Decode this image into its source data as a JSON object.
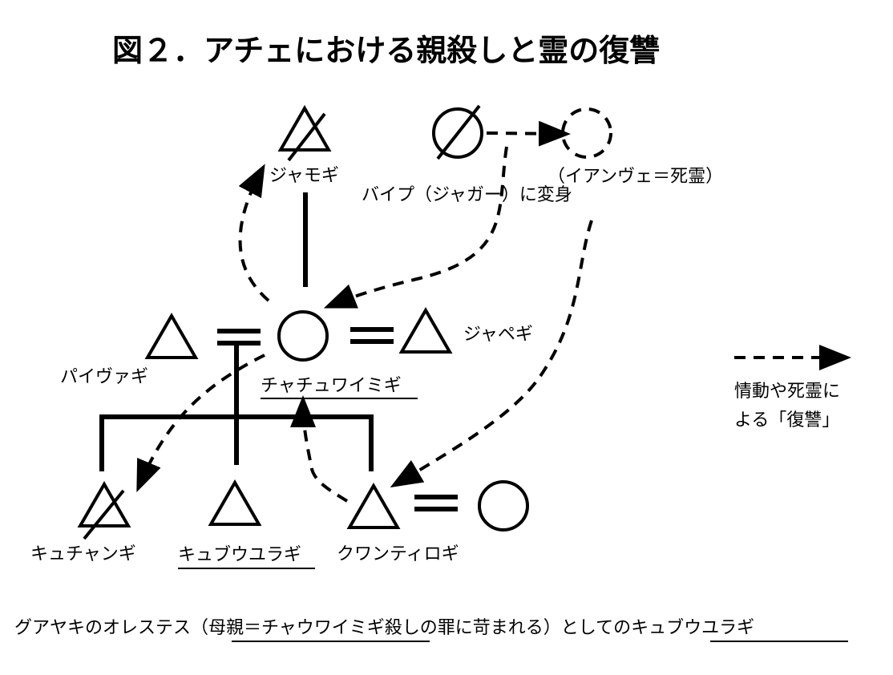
{
  "title": "図２．アチェにおける親殺しと霊の復讐",
  "labels": {
    "jyamogi": "ジャモギ",
    "baipu": "バイプ（ジャガー）に変身",
    "ianvue": "（イアンヴェ＝死霊）",
    "jyapegi": "ジャペギ",
    "paivuagi": "パイヴァギ",
    "chachu": "チャチュワイミギ",
    "kyuchan": "キュチャンギ",
    "kyubu": "キュブウユラギ",
    "kuwan": "クワンティロギ"
  },
  "legend": {
    "line1": "情動や死霊に",
    "line2": "よる「復讐」"
  },
  "caption": {
    "part1": "グアヤキのオレステス（",
    "part2": "母親＝チャウワイミギ",
    "part3": "殺しの罪に苛まれる）としての",
    "part4": "キュブウユラギ"
  }
}
